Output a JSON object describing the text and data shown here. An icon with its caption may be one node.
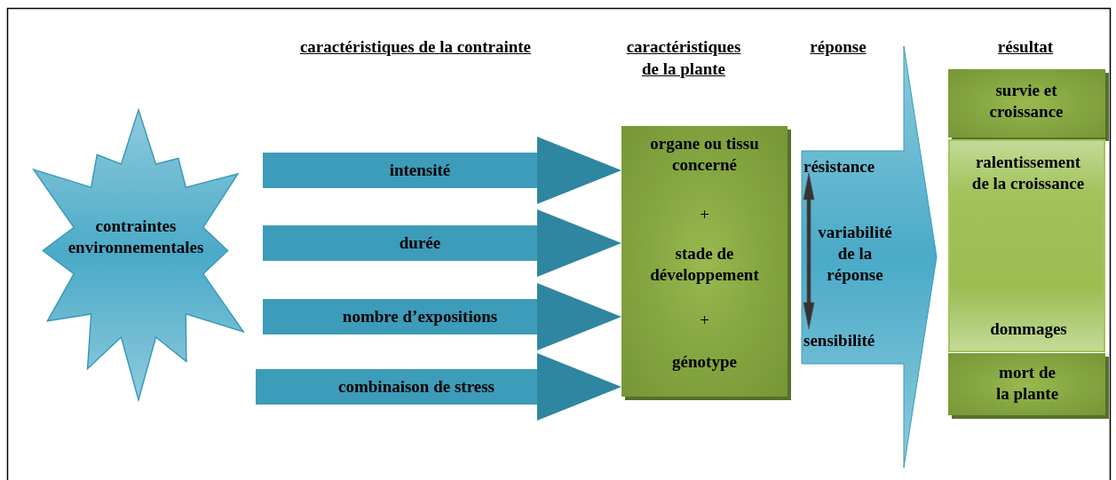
{
  "diagram": {
    "nodes": [
      {
        "text": [
          "contraintes environnementales"
        ]
      },
      {
        "text": [
          "organe ou tissu concerné",
          "+",
          "stade de développement",
          "+",
          "génotype"
        ]
      },
      {
        "text": [
          "résistance",
          "variabilité de la réponse",
          "sensibilité"
        ]
      },
      {
        "text": [
          "survie et croissance"
        ]
      },
      {
        "text": [
          "ralentissement de la croissance",
          "dommages"
        ]
      },
      {
        "text": [
          "mort de la plante"
        ]
      }
    ],
    "edges": [
      {
        "from": 0,
        "to": 1,
        "arrow": "to",
        "label": "intensité"
      },
      {
        "from": 0,
        "to": 1,
        "arrow": "to",
        "label": "durée"
      },
      {
        "from": 0,
        "to": 1,
        "arrow": "to",
        "label": "nombre d’expositions"
      },
      {
        "from": 0,
        "to": 1,
        "arrow": "to",
        "label": "combinaison de stress"
      }
    ],
    "labels": [
      "caractéristiques de la contrainte",
      "caractéristiques de la plante",
      "réponse",
      "résultat"
    ]
  }
}
